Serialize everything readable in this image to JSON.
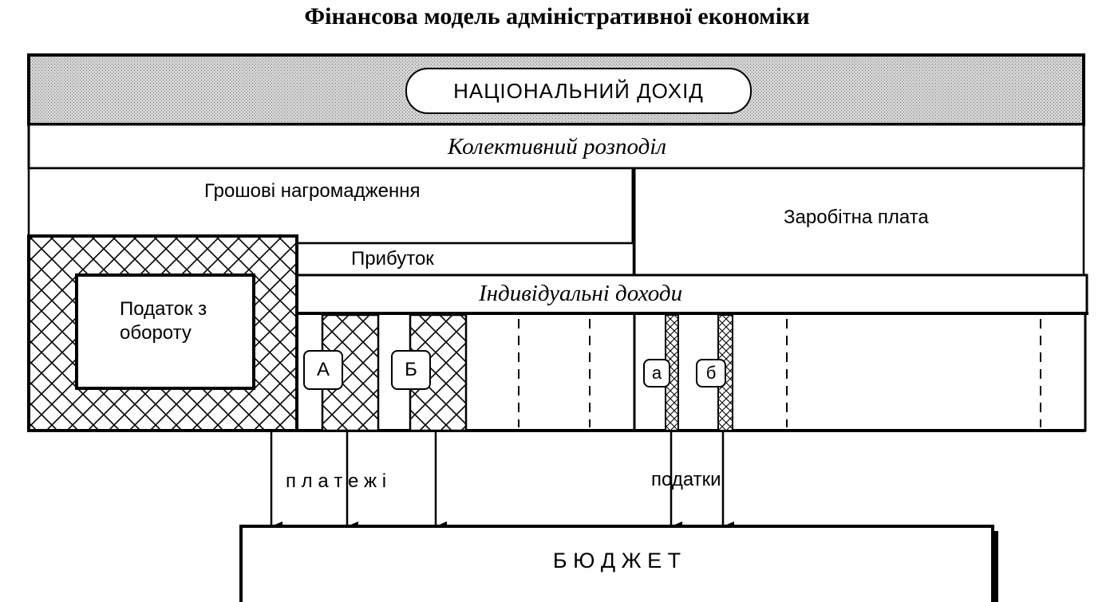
{
  "title": "Фінансова модель адміністративної економіки",
  "national_income": "НАЦІОНАЛЬНИЙ ДОХІД",
  "collective_distribution": "Колективний розподіл",
  "money_accumulation": "Грошові нагромадження",
  "wages": "Заробітна плата",
  "profit": "Прибуток",
  "individual_income": "Індивідуальні доходи",
  "turnover_tax": {
    "line1": "Податок з",
    "line2": "обороту"
  },
  "badges": {
    "A": "А",
    "B": "Б",
    "a": "а",
    "b": "б"
  },
  "payments": "п л а т е ж і",
  "taxes": "податки",
  "budget": "Б Ю Д Ж Е Т",
  "colors": {
    "line": "#000000",
    "band": "#c8c8c8",
    "background": "#ffffff"
  }
}
